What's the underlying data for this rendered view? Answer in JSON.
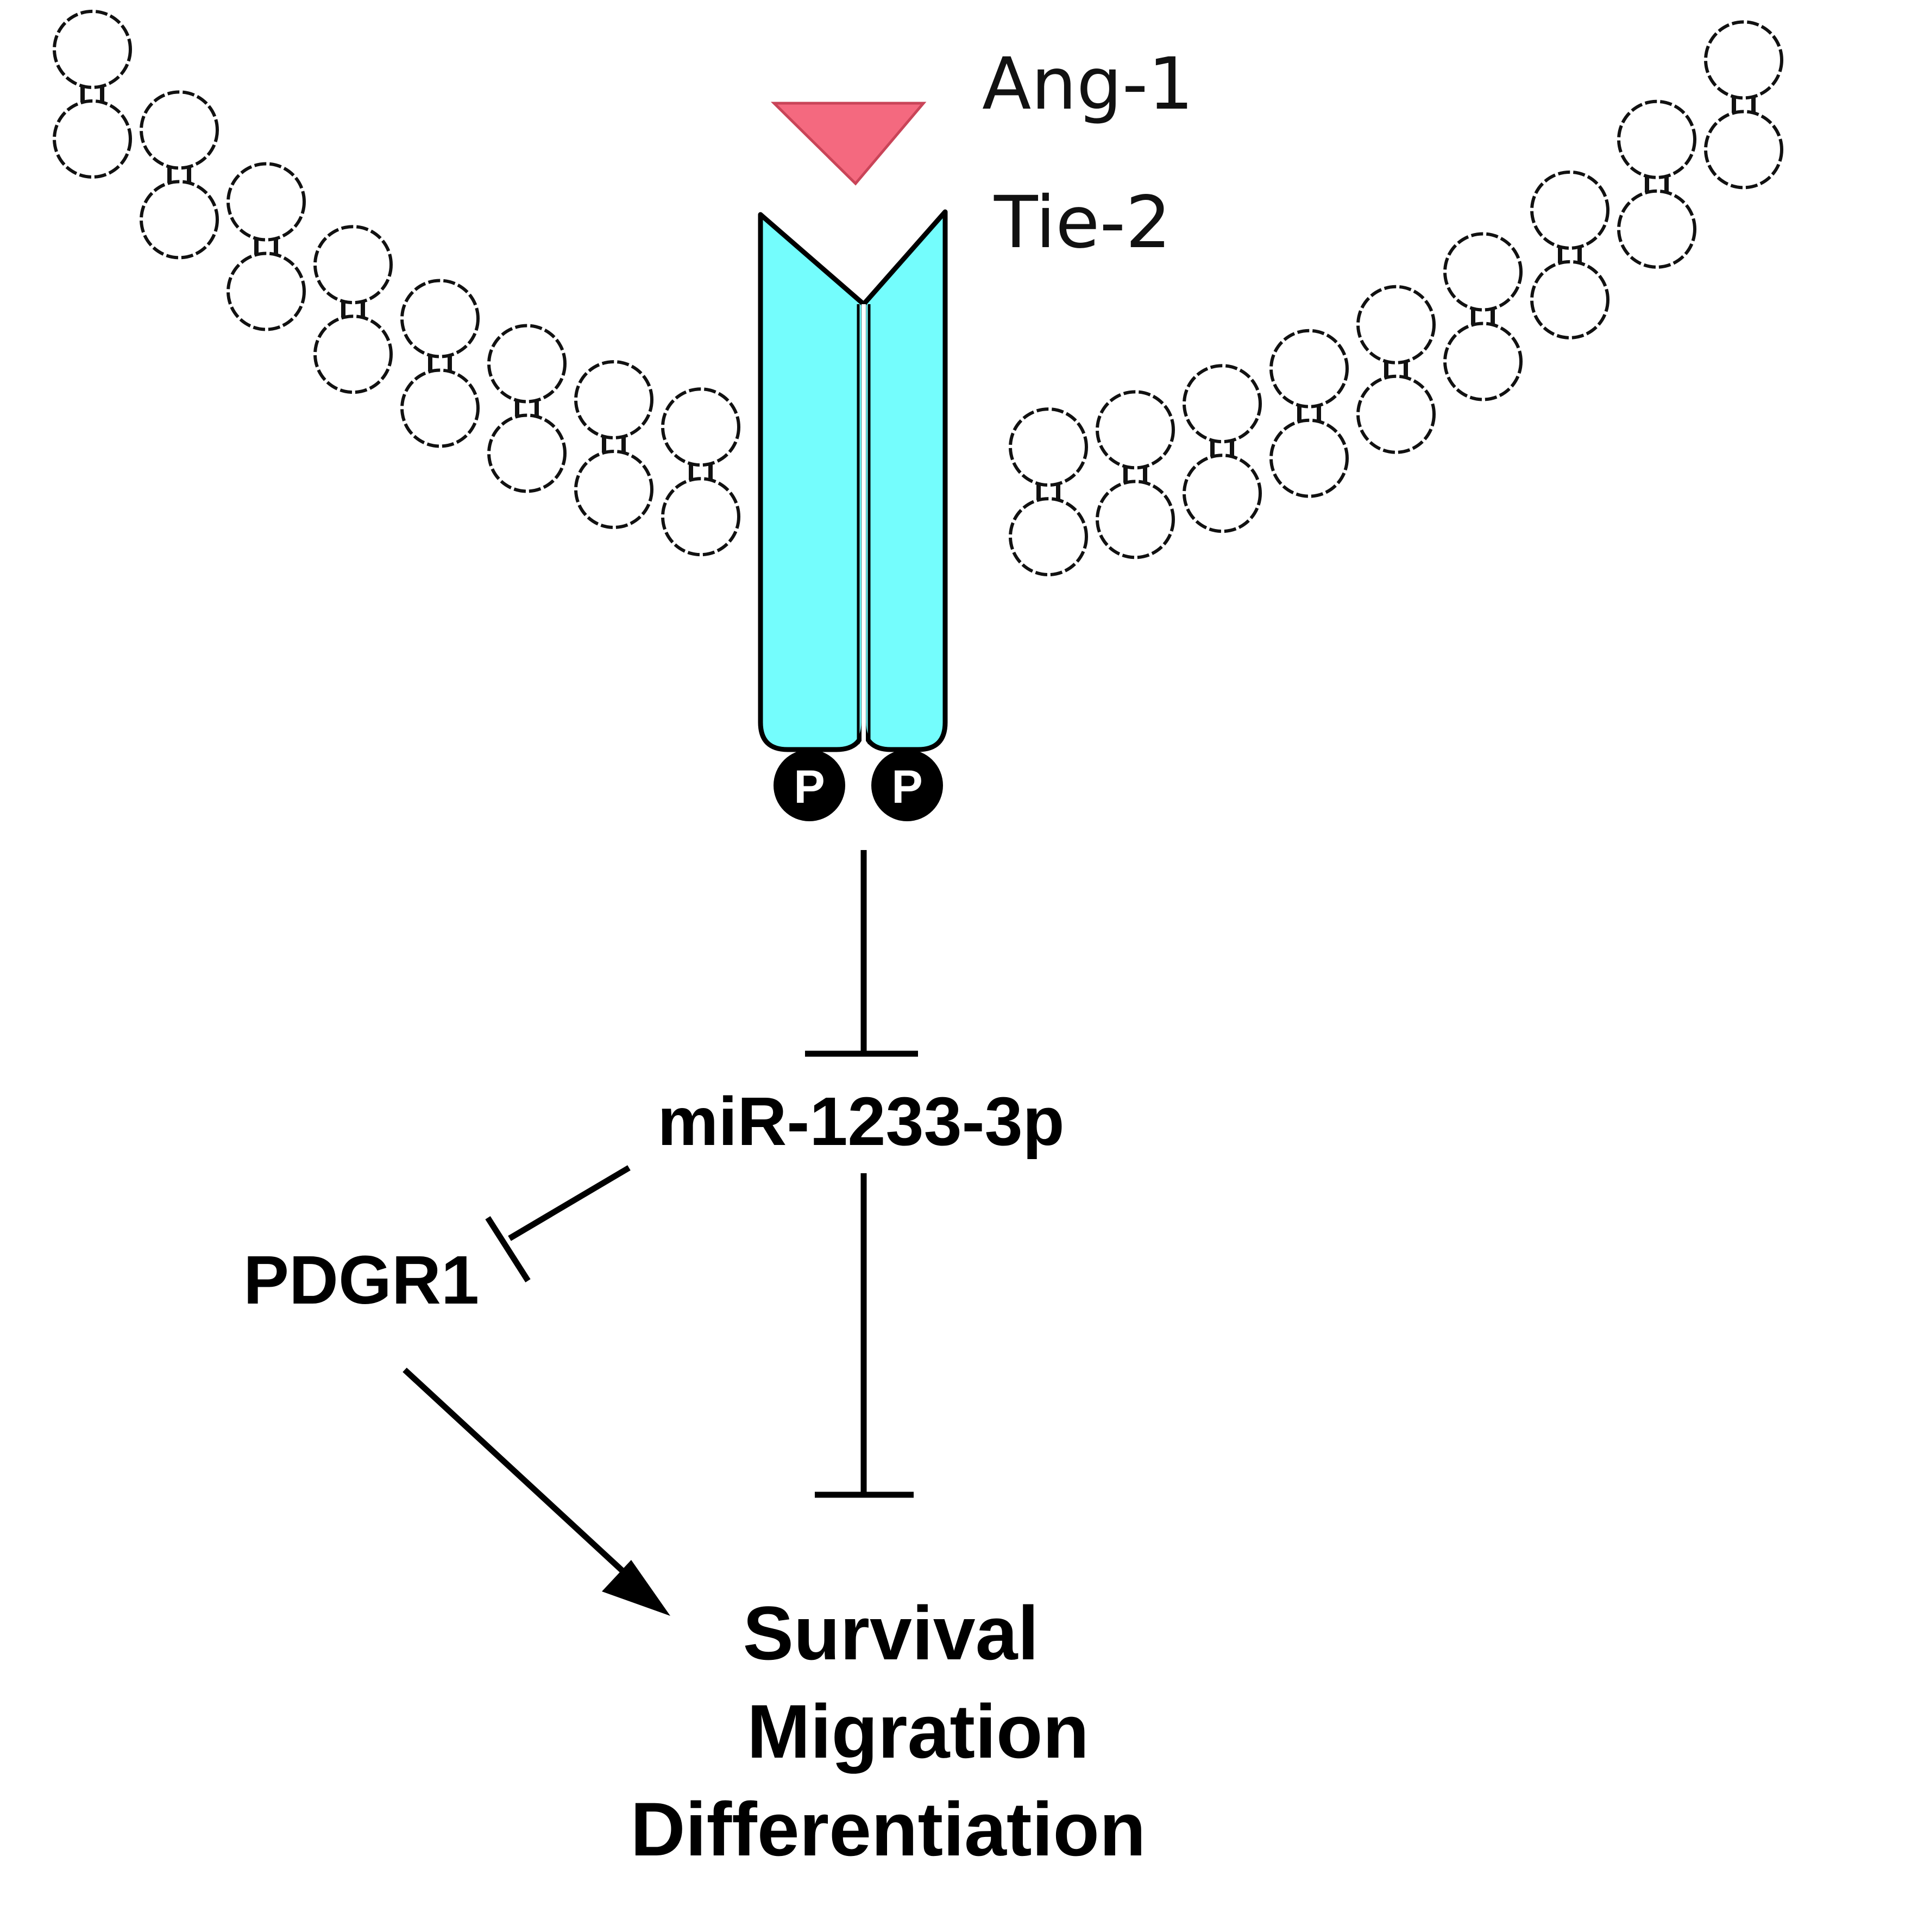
{
  "labels": {
    "ligand": "Ang-1",
    "receptor": "Tie-2",
    "phospho_left": "P",
    "phospho_right": "P",
    "mirna": "miR-1233-3p",
    "target": "PDGR1",
    "outcome_1": "Survival",
    "outcome_2": "Migration",
    "outcome_3": "Differentiation"
  },
  "colors": {
    "ligand": "#f4697f",
    "receptor": "#74fdfd",
    "phospho": "#000000",
    "membrane_outline": "#111111"
  },
  "relations": [
    {
      "from": "Tie-2",
      "to": "miR-1233-3p",
      "type": "inhibition"
    },
    {
      "from": "miR-1233-3p",
      "to": "PDGR1",
      "type": "inhibition"
    },
    {
      "from": "miR-1233-3p",
      "to": "Survival Migration Differentiation",
      "type": "inhibition"
    },
    {
      "from": "PDGR1",
      "to": "Survival Migration Differentiation",
      "type": "activation"
    }
  ]
}
